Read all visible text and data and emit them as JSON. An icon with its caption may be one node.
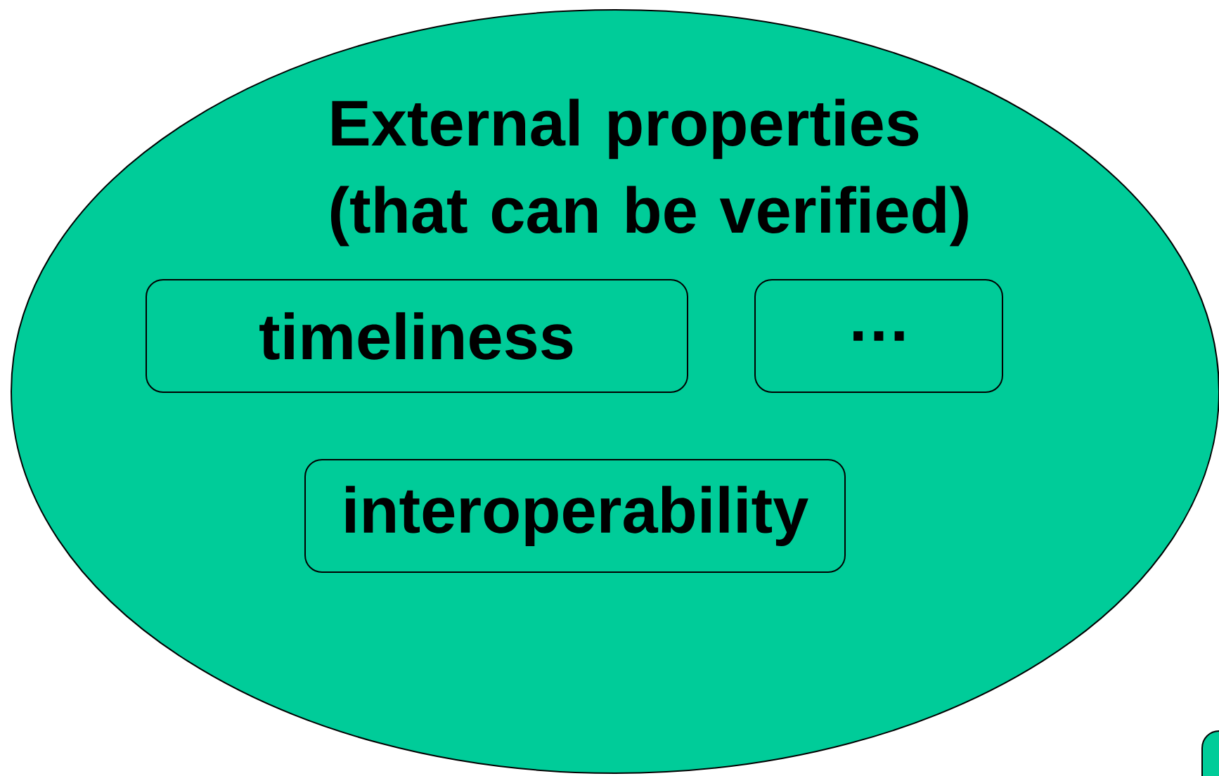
{
  "diagram": {
    "nodes": [
      {
        "text": [
          "External properties (that can be verified)"
        ]
      },
      {
        "text": [
          "timeliness"
        ],
        "in": 0
      },
      {
        "text": [
          "…"
        ],
        "in": 0
      },
      {
        "text": [
          "interoperability"
        ],
        "in": 0
      },
      {
        "text": [],
        "shape": "box"
      }
    ]
  }
}
